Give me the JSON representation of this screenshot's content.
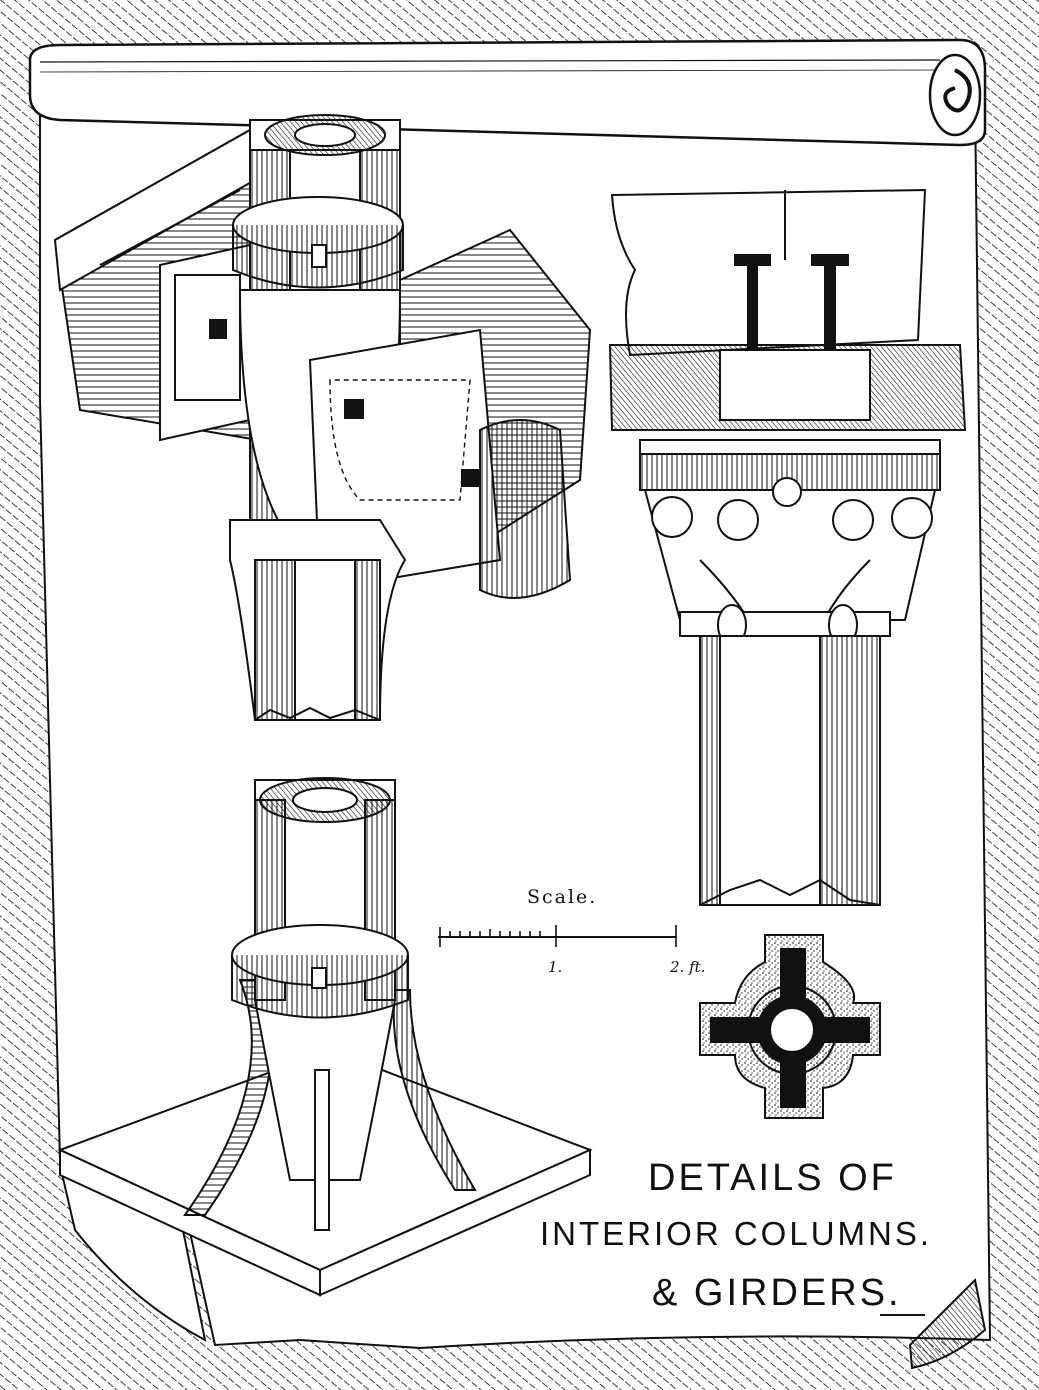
{
  "scale": {
    "label": "Scale.",
    "tick_1": "1.",
    "tick_2": "2. ft."
  },
  "title": {
    "line1": "DETAILS OF",
    "line2": "INTERIOR COLUMNS.",
    "line3": "& GIRDERS."
  },
  "colors": {
    "ink": "#111111",
    "paper": "#ffffff"
  }
}
